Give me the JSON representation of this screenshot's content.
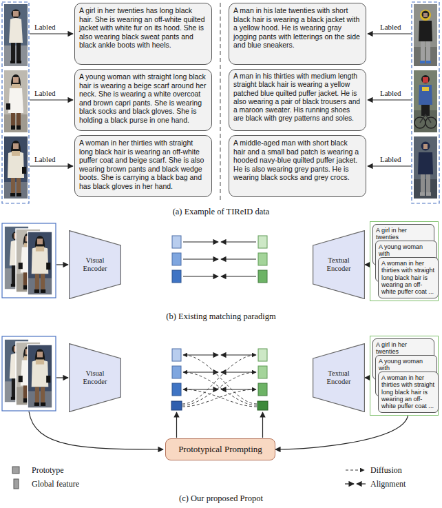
{
  "diagram": {
    "nodes": [
      {
        "text": [
          "A girl in her twenties has long black hair. She is wearing an off-white quilted jacket with white fur on its hood. She is also wearing black sweat pants and black ankle boots with heels."
        ]
      },
      {
        "text": [
          "A man in his late twenties with short black hair is wearing a black jacket with a yellow hood. He is wearing gray jogging pants with letterings on the side and blue sneakers."
        ]
      },
      {
        "text": [
          "A young woman with straight long black hair is wearing a beige scarf around her neck. She is wearing a white overcoat and brown capri pants. She is wearing black socks and black gloves. She is holding a black purse in one hand."
        ]
      },
      {
        "text": [
          "A man in his thirties with medium length straight black hair is wearing a yellow patched blue quilted puffer jacket. He is also wearing a pair of black trousers and a maroon sweater. His running shoes are black with grey patterns and soles."
        ]
      },
      {
        "text": [
          "A woman in her thirties with straight long black hair is wearing an off-white puffer coat and beige scarf. She is also wearing brown pants and black wedge boots. She is carrying a black bag and has black gloves in her hand."
        ]
      },
      {
        "text": [
          "A middle-aged man with short black hair and a small bad patch is wearing a hooded navy-blue quilted puffer jacket. He is also wearing grey pants. He is wearing black socks and grey crocs."
        ]
      },
      {
        "text": [
          "Visual Encoder"
        ]
      },
      {
        "text": [
          "Textual Encoder"
        ]
      },
      {
        "text": [
          "A girl in her twenties"
        ]
      },
      {
        "text": [
          "A young woman with"
        ]
      },
      {
        "text": [
          "A woman in her thirties with straight long black hair is wearing an off-white puffer coat ..."
        ]
      },
      {
        "text": [
          "Visual Encoder"
        ]
      },
      {
        "text": [
          "Textual Encoder"
        ]
      },
      {
        "text": [
          "A girl in her twenties"
        ]
      },
      {
        "text": [
          "A young woman with"
        ]
      },
      {
        "text": [
          "A woman in her thirties with straight long black hair is wearing an off-white puffer coat ..."
        ]
      },
      {
        "text": [
          "Prototypical Prompting"
        ]
      }
    ],
    "edges": [
      {
        "from": 10,
        "to": 7,
        "arrow": "to"
      },
      {
        "from": 15,
        "to": 12,
        "arrow": "to"
      },
      {
        "from": 15,
        "to": 16,
        "arrow": "to"
      }
    ],
    "labels": [
      "Labled",
      "Labled",
      "Labled",
      "Labled",
      "Labled",
      "Labled",
      "(a) Example of TIReID data",
      "(b) Existing matching paradigm",
      "(c) Our proposed Propot"
    ],
    "legend": [
      {
        "text": "Prototype"
      },
      {
        "text": "Global feature"
      },
      {
        "text": "Diffusion"
      },
      {
        "text": "Alignment"
      }
    ]
  }
}
